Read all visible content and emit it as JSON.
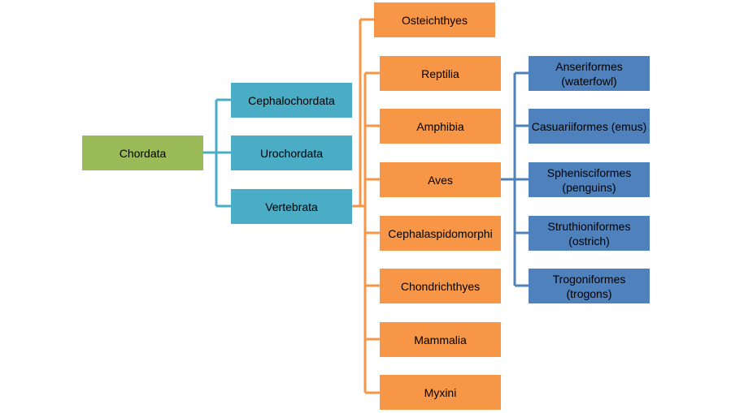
{
  "diagram": {
    "root": {
      "label": "Chordata",
      "color": "#9bbb59"
    },
    "subphyla": [
      {
        "label": "Cephalochordata",
        "color": "#4bacc6"
      },
      {
        "label": "Urochordata",
        "color": "#4bacc6"
      },
      {
        "label": "Vertebrata",
        "color": "#4bacc6"
      }
    ],
    "classes": [
      {
        "label": "Osteichthyes",
        "color": "#f79646"
      },
      {
        "label": "Reptilia",
        "color": "#f79646"
      },
      {
        "label": "Amphibia",
        "color": "#f79646"
      },
      {
        "label": "Aves",
        "color": "#f79646"
      },
      {
        "label": "Cephalaspidomorphi",
        "color": "#f79646"
      },
      {
        "label": "Chondrichthyes",
        "color": "#f79646"
      },
      {
        "label": "Mammalia",
        "color": "#f79646"
      },
      {
        "label": "Myxini",
        "color": "#f79646"
      }
    ],
    "orders": [
      {
        "line1": "Anseriformes",
        "line2": "(waterfowl)",
        "color": "#4f81bd"
      },
      {
        "line1": "Casuariiformes (emus)",
        "line2": "",
        "color": "#4f81bd"
      },
      {
        "line1": "Sphenisciformes",
        "line2": "(penguins)",
        "color": "#4f81bd"
      },
      {
        "line1": "Struthioniformes",
        "line2": "(ostrich)",
        "color": "#4f81bd"
      },
      {
        "line1": "Trogoniformes",
        "line2": "(trogons)",
        "color": "#4f81bd"
      }
    ],
    "connector_colors": {
      "level1": "#4bacc6",
      "level2": "#f79646",
      "level3": "#4f81bd"
    }
  }
}
